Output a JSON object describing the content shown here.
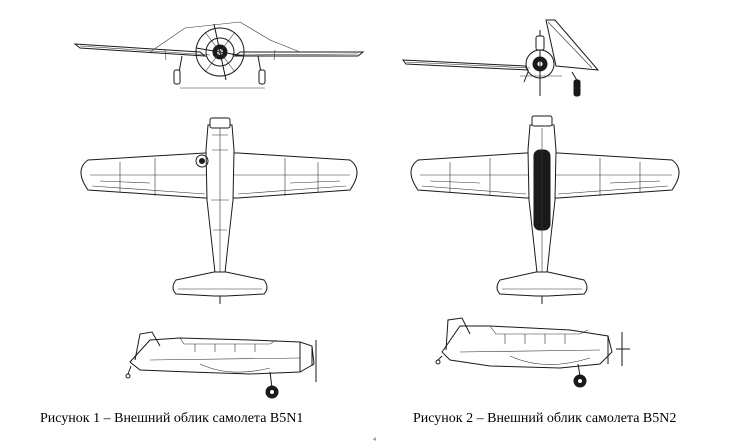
{
  "figures": [
    {
      "caption": "Рисунок 1 – Внешний облик самолета B5N1"
    },
    {
      "caption": "Рисунок 2 – Внешний облик самолета B5N2"
    }
  ],
  "page_mark": "4"
}
